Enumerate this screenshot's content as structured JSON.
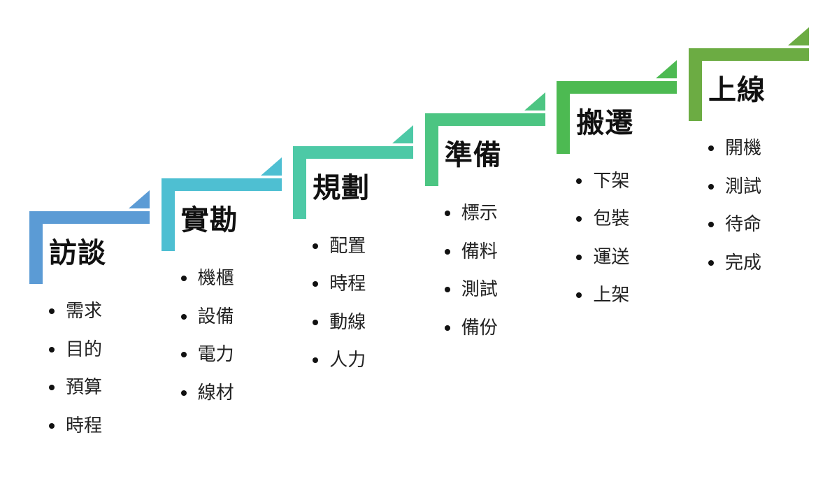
{
  "steps": [
    {
      "title": "訪談",
      "color": "#5b9bd5",
      "items": [
        "需求",
        "目的",
        "預算",
        "時程"
      ]
    },
    {
      "title": "實勘",
      "color": "#4ebfd2",
      "items": [
        "機櫃",
        "設備",
        "電力",
        "線材"
      ]
    },
    {
      "title": "規劃",
      "color": "#4dc9a6",
      "items": [
        "配置",
        "時程",
        "動線",
        "人力"
      ]
    },
    {
      "title": "準備",
      "color": "#4cc582",
      "items": [
        "標示",
        "備料",
        "測試",
        "備份"
      ]
    },
    {
      "title": "搬遷",
      "color": "#4dba52",
      "items": [
        "下架",
        "包裝",
        "運送",
        "上架"
      ]
    },
    {
      "title": "上線",
      "color": "#6cac43",
      "items": [
        "開機",
        "測試",
        "待命",
        "完成"
      ]
    }
  ]
}
